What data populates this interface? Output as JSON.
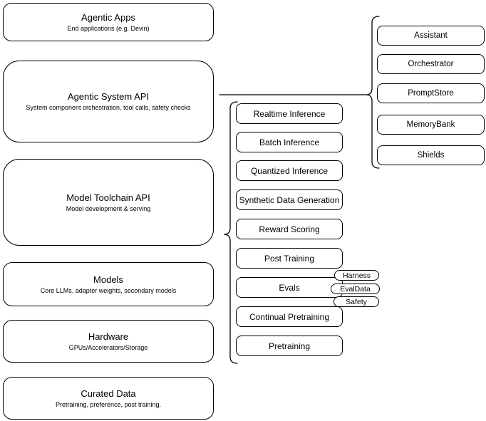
{
  "diagram": {
    "layers": [
      {
        "title": "Agentic Apps",
        "subtitle": "End applications (e.g. Devin)"
      },
      {
        "title": "Agentic System API",
        "subtitle": "System component orchestration, tool calls, safety checks"
      },
      {
        "title": "Model Toolchain API",
        "subtitle": "Model development & serving"
      },
      {
        "title": "Models",
        "subtitle": "Core LLMs, adapter weights, secondary models"
      },
      {
        "title": "Hardware",
        "subtitle": "GPUs/Accelerators/Storage"
      },
      {
        "title": "Curated Data",
        "subtitle": "Pretraining, preference, post training."
      }
    ],
    "toolchain_items": [
      "Realtime Inference",
      "Batch Inference",
      "Quantized Inference",
      "Synthetic Data Generation",
      "Reward Scoring",
      "Post Training",
      "Evals",
      "Continual Pretraining",
      "Pretraining"
    ],
    "eval_tags": [
      "Harness",
      "EvalData",
      "Safety"
    ],
    "system_items": [
      "Assistant",
      "Orchestrator",
      "PromptStore",
      "MemoryBank",
      "Shields"
    ],
    "colors": {
      "stroke": "#000000",
      "background": "#ffffff"
    }
  }
}
